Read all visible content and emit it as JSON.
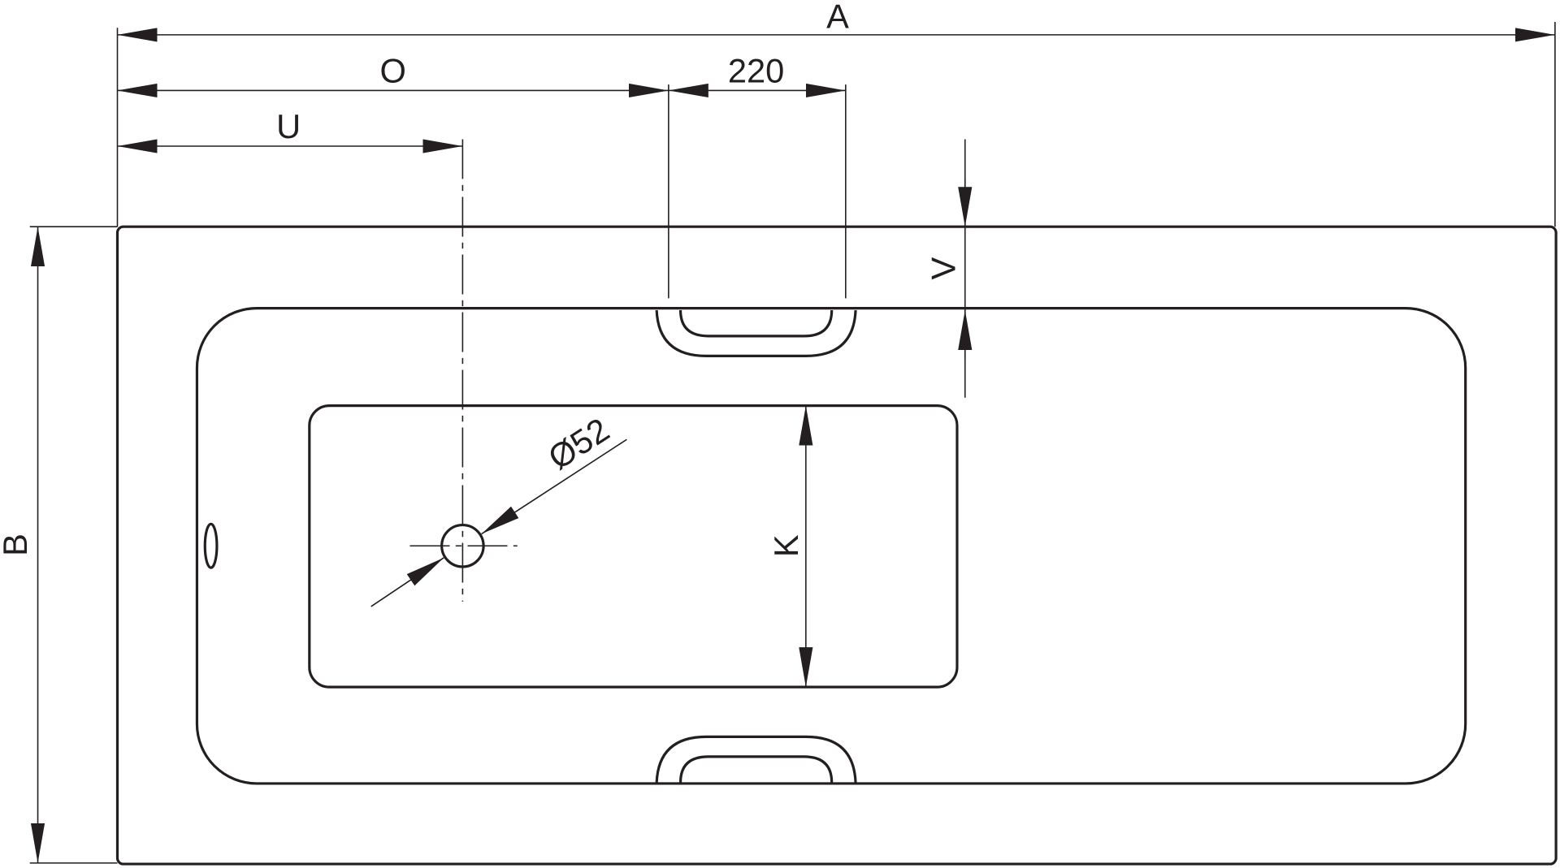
{
  "drawing": {
    "dimensions": {
      "overall_length": "A",
      "overall_width": "B",
      "overflow_offset": "O",
      "handle_spacing": "220",
      "drain_offset": "U",
      "rim_depth": "V",
      "basin_width": "K",
      "drain_diameter": "Ø52"
    },
    "line_color": "#231f20"
  }
}
